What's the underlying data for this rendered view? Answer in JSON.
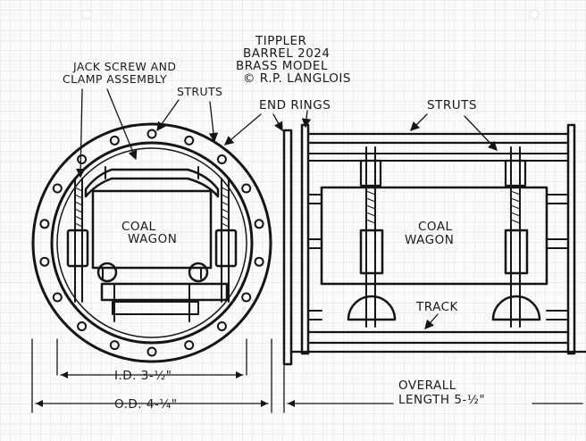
{
  "title": {
    "line1": "TIPPLER",
    "line2": "BARREL 2024",
    "line3": "BRASS MODEL",
    "line4": "© R.P. LANGLOIS"
  },
  "end_view": {
    "jack_screw_line1": "JACK SCREW AND",
    "jack_screw_line2": "CLAMP ASSEMBLY",
    "struts": "STRUTS",
    "coal_line1": "COAL",
    "coal_line2": "WAGON",
    "id_dim": "I.D. 3-½\"",
    "od_dim": "O.D. 4-¼\""
  },
  "side_view": {
    "end_rings": "END RINGS",
    "struts": "STRUTS",
    "coal_line1": "COAL",
    "coal_line2": "WAGON",
    "track": "TRACK",
    "overall_line1": "OVERALL",
    "overall_line2": "LENGTH  5-½\""
  },
  "colors": {
    "ink": "#151515",
    "paper": "#fbfbfb",
    "grid": "#dcdcdc"
  }
}
